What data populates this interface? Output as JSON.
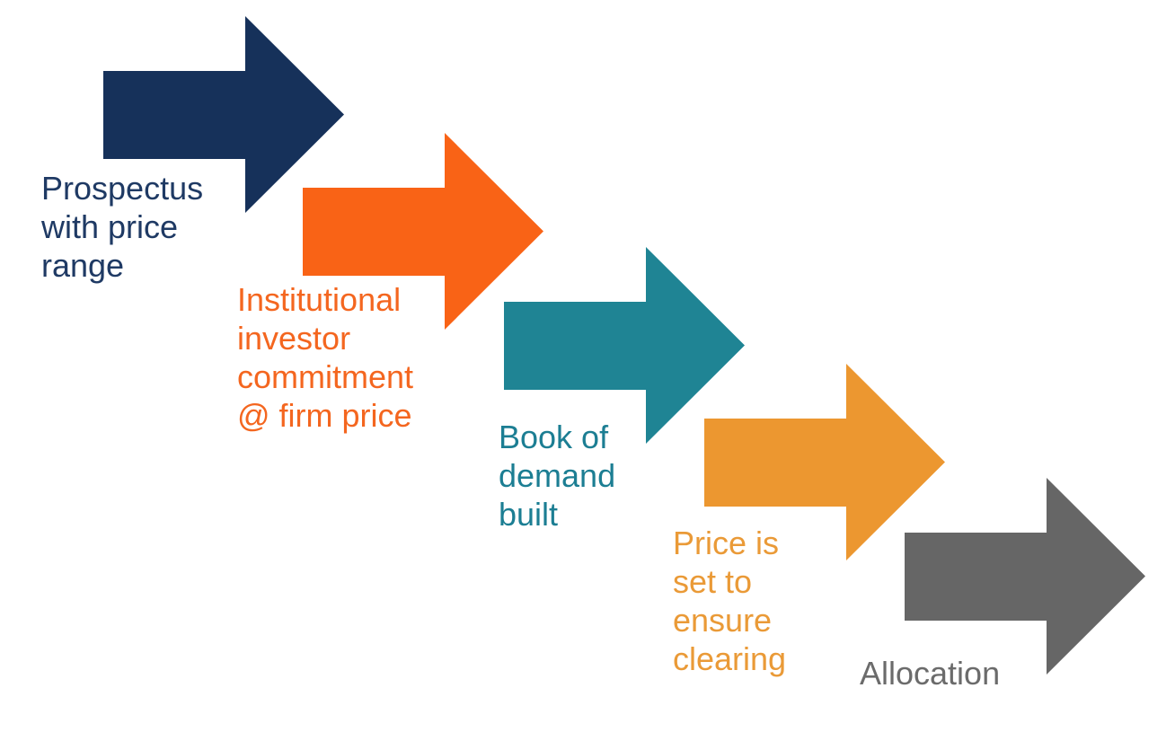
{
  "background_color": "#FFFFFF",
  "diagram": {
    "type": "stepped-arrow-process",
    "steps": [
      {
        "label": "Prospectus\nwith price\nrange",
        "arrow_color": "#16315A",
        "text_color": "#1F3A64"
      },
      {
        "label": "Institutional\ninvestor\ncommitment\n@ firm price",
        "arrow_color": "#F96316",
        "text_color": "#F4661F"
      },
      {
        "label": "Book of\ndemand\nbuilt",
        "arrow_color": "#1F8494",
        "text_color": "#1C7E93"
      },
      {
        "label": "Price is\nset to\nensure\nclearing",
        "arrow_color": "#EC9730",
        "text_color": "#EA9A37"
      },
      {
        "label": "Allocation",
        "arrow_color": "#666666",
        "text_color": "#6B6B6B"
      }
    ]
  }
}
